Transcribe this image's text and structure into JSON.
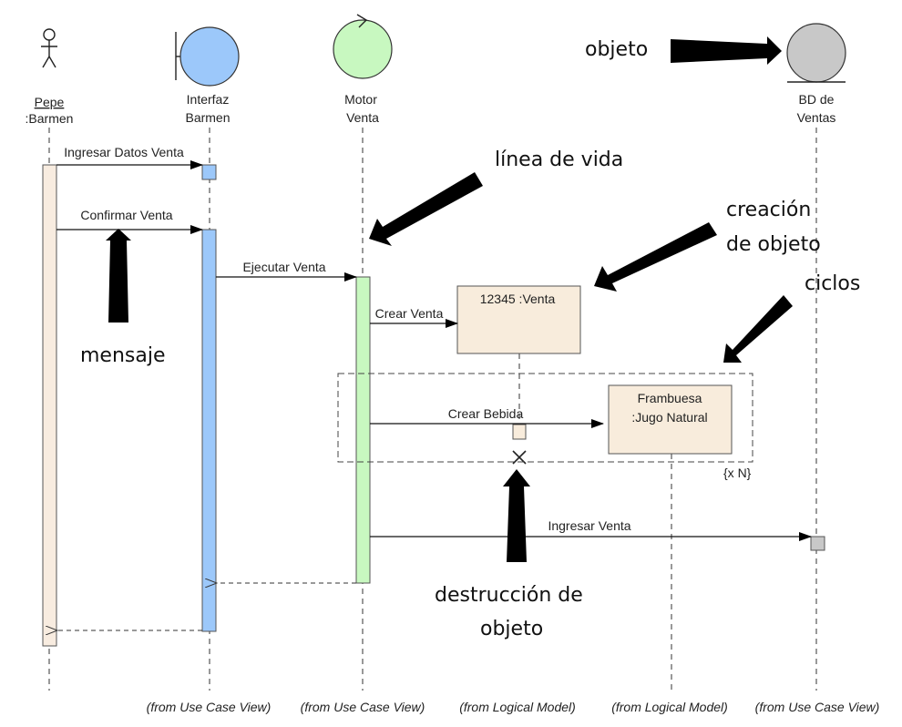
{
  "participants": {
    "actor": {
      "line1": "Pepe",
      "line2": ":Barmen"
    },
    "boundary": {
      "line1": "Interfaz",
      "line2": "Barmen"
    },
    "control": {
      "line1": "Motor",
      "line2": "Venta"
    },
    "entity": {
      "line1": "BD de",
      "line2": "Ventas"
    },
    "venta": {
      "line1": "12345 :Venta"
    },
    "bebida": {
      "line1": "Frambuesa",
      "line2": ":Jugo Natural"
    }
  },
  "messages": {
    "ingresar_datos": "Ingresar Datos Venta",
    "confirmar": "Confirmar Venta",
    "ejecutar": "Ejecutar Venta",
    "crear_venta": "Crear Venta",
    "crear_bebida": "Crear Bebida",
    "ingresar_venta": "Ingresar Venta"
  },
  "loop_label": "{x N}",
  "annotations": {
    "objeto": "objeto",
    "linea_vida": "línea de vida",
    "creacion_1": "creación",
    "creacion_2": "de objeto",
    "ciclos": "ciclos",
    "mensaje": "mensaje",
    "destruccion_1": "destrucción de",
    "destruccion_2": "objeto"
  },
  "footers": {
    "f1": "(from Use Case View)",
    "f2": "(from Use Case View)",
    "f3": "(from Logical Model)",
    "f4": "(from Logical Model)",
    "f5": "(from Use Case View)"
  },
  "colors": {
    "actor_activation": "#f8ece0",
    "boundary": "#9cc8fa",
    "control": "#c8f8c0",
    "entity": "#c8c8c8",
    "object_box": "#f8ecdc"
  }
}
